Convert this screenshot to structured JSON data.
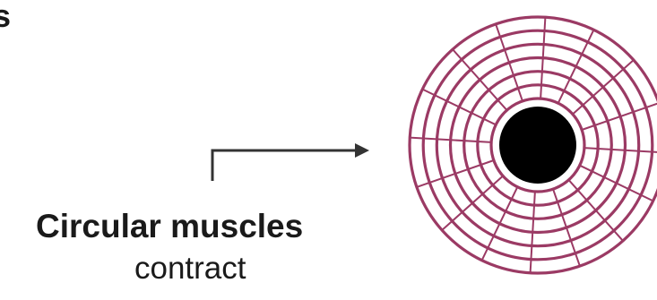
{
  "clipped_heading_fragment": "s",
  "label": {
    "title": "Circular muscles",
    "subtitle": "contract"
  },
  "diagram": {
    "muscle_color": "#9b3a64",
    "pupil_color": "#000000",
    "ring_count": 7,
    "spoke_count": 16
  }
}
